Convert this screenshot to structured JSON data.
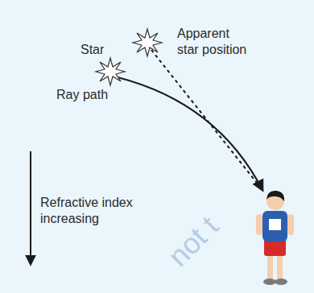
{
  "diagram": {
    "labels": [
      "Star",
      "Apparent star position",
      "Ray path",
      "Refractive index increasing",
      "not t"
    ]
  }
}
